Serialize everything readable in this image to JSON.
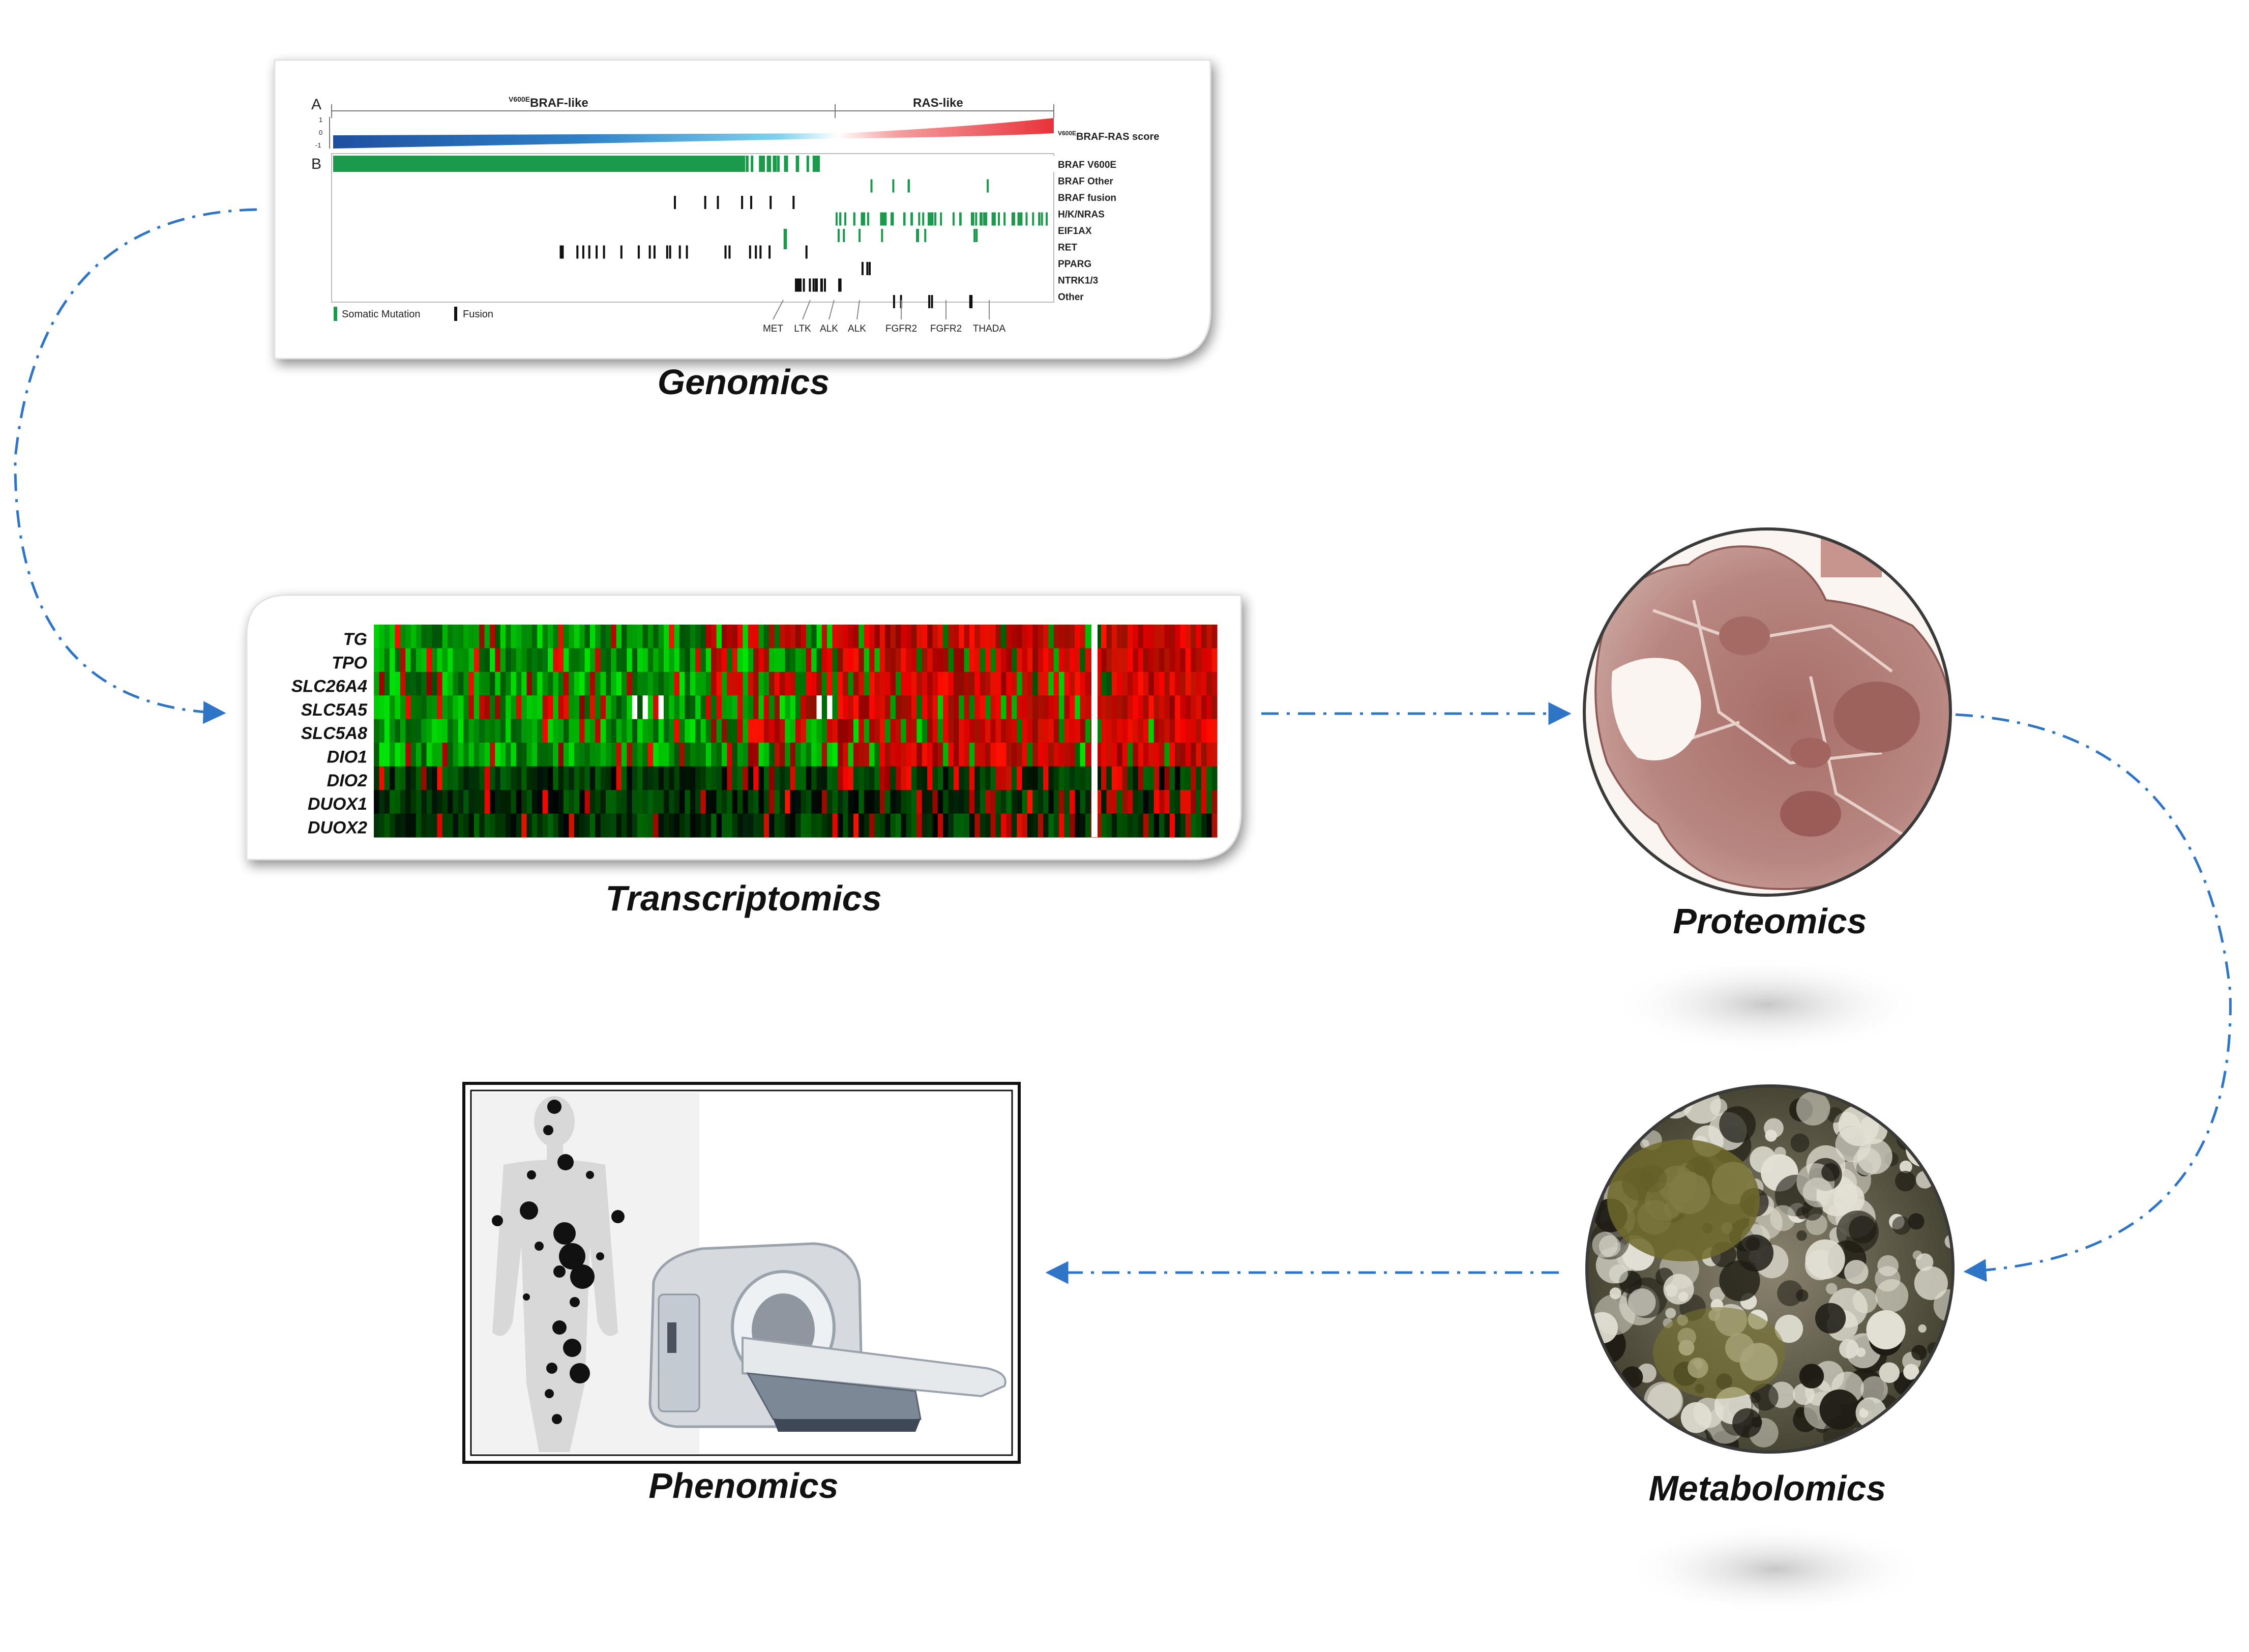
{
  "colors": {
    "flow_arrow": "#2E75C8",
    "heat_red": "#FF1010",
    "heat_green": "#10E010",
    "mutation_green": "#1A9A4A",
    "fusion_black": "#111111",
    "score_blue": "#1F4FA0",
    "score_red": "#E8323A",
    "tissue_pink": "#B07A72",
    "metabolite_olive": "#6E6A2A"
  },
  "stages": {
    "genomics": {
      "label": "Genomics"
    },
    "transcriptomics": {
      "label": "Transcriptomics"
    },
    "proteomics": {
      "label": "Proteomics"
    },
    "metabolomics": {
      "label": "Metabolomics"
    },
    "phenomics": {
      "label": "Phenomics"
    }
  },
  "genomics_figure": {
    "panel_a": "A",
    "panel_b": "B",
    "braf_like_sup": "V600E",
    "braf_like": "BRAF-like",
    "ras_like": "RAS-like",
    "score_sup": "V600E",
    "score_label": "BRAF-RAS score",
    "tick_top": "1",
    "tick_mid": "0",
    "tick_bottom": "-1",
    "rows": [
      "BRAF V600E",
      "BRAF Other",
      "BRAF fusion",
      "H/K/NRAS",
      "EIF1AX",
      "RET",
      "PPARG",
      "NTRK1/3",
      "Other"
    ],
    "fusion_partners": [
      "MET",
      "LTK",
      "ALK",
      "ALK",
      "FGFR2",
      "FGFR2",
      "THADA"
    ],
    "legend_somatic": "Somatic Mutation",
    "legend_fusion": "Fusion"
  },
  "transcriptomics_figure": {
    "genes": [
      "TG",
      "TPO",
      "SLC26A4",
      "SLC5A5",
      "SLC5A8",
      "DIO1",
      "DIO2",
      "DUOX1",
      "DUOX2"
    ]
  },
  "flow": {
    "direction": [
      "genomics",
      "transcriptomics",
      "proteomics",
      "metabolomics",
      "phenomics"
    ]
  }
}
